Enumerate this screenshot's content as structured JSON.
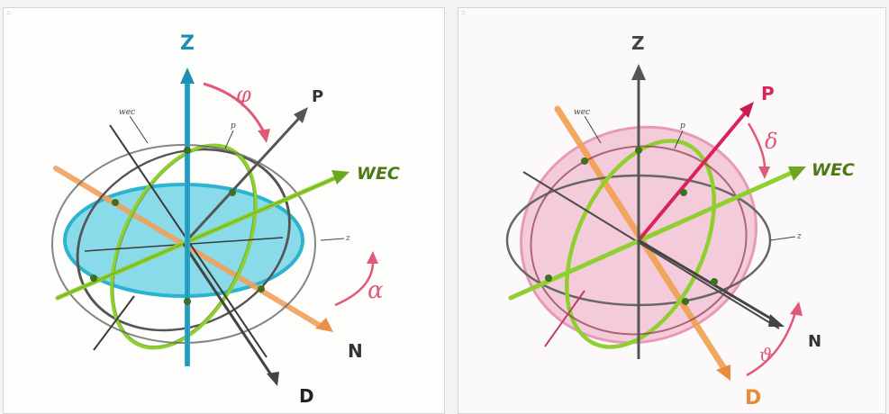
{
  "left_panel": {
    "labels": {
      "z": "Z",
      "p": "P",
      "wec": "WEC",
      "n": "N",
      "d": "D",
      "phi": "φ",
      "alpha": "α",
      "circle_wec": "wec",
      "circle_p": "p",
      "circle_z": "z"
    }
  },
  "right_panel": {
    "labels": {
      "z": "Z",
      "p": "P",
      "wec": "WEC",
      "n": "N",
      "d": "D",
      "delta": "δ",
      "theta": "ϑ",
      "circle_wec": "wec",
      "circle_p": "p",
      "circle_z": "z"
    }
  },
  "colors": {
    "z_axis_left": "#27a7c9",
    "equator_fill_left": "#62cfe3",
    "wec_green": "#8fcf2f",
    "n_orange": "#f2a15c",
    "p_red": "#d9245a",
    "sphere_pink": "#f3bfd3",
    "d_orange": "#f0a050",
    "arrow_pink": "#e05a78",
    "grey_line": "#4a4a4a"
  }
}
